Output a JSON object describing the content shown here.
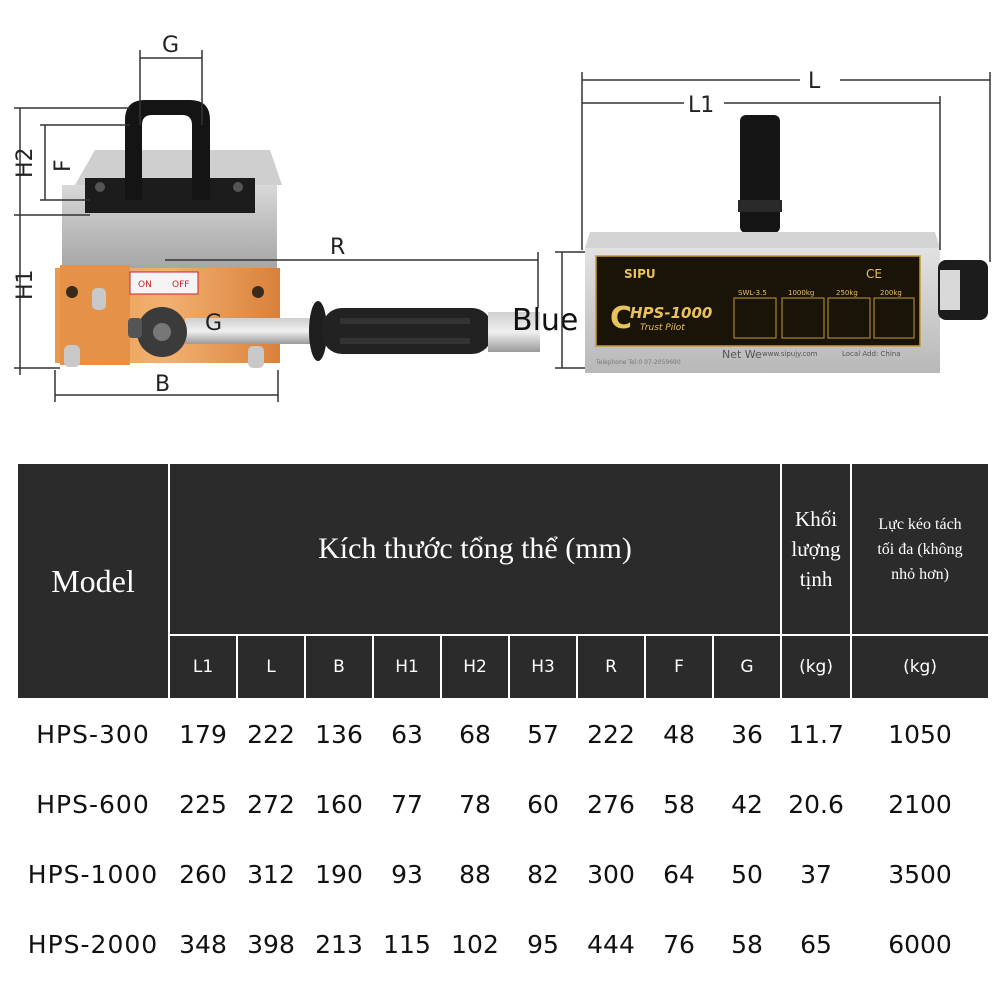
{
  "figure": {
    "dims": {
      "g": "G",
      "h2": "H2",
      "f": "F",
      "h1": "H1",
      "b": "B",
      "r": "R",
      "l": "L",
      "l1": "L1"
    },
    "switch_on": "ON",
    "switch_off": "OFF",
    "overlay": "Blue",
    "overlay_g": "G",
    "plate": {
      "brand": "SIPU",
      "model": "HPS-1000",
      "sub": "Trust Pilot",
      "icons": [
        "SWL-3.5",
        "1000kg",
        "250kg",
        "200kg"
      ],
      "net": "Net We",
      "web": "www.sipujy.com",
      "origin": "Local Add: China",
      "phone": "Telephone Tel:0 07-2059690"
    }
  },
  "table": {
    "model_header": "Model",
    "dims_header": "Kích thước tổng thể (mm)",
    "weight_header": [
      "Khối",
      "lượng",
      "tịnh"
    ],
    "force_header": [
      "Lực kéo tách",
      "tối đa (không",
      "nhỏ hơn)"
    ],
    "columns": [
      "L1",
      "L",
      "B",
      "H1",
      "H2",
      "H3",
      "R",
      "F",
      "G",
      "(kg)",
      "(kg)"
    ],
    "rows": [
      {
        "model": "HPS-300",
        "values": [
          "179",
          "222",
          "136",
          "63",
          "68",
          "57",
          "222",
          "48",
          "36",
          "11.7",
          "1050"
        ]
      },
      {
        "model": "HPS-600",
        "values": [
          "225",
          "272",
          "160",
          "77",
          "78",
          "60",
          "276",
          "58",
          "42",
          "20.6",
          "2100"
        ]
      },
      {
        "model": "HPS-1000",
        "values": [
          "260",
          "312",
          "190",
          "93",
          "88",
          "82",
          "300",
          "64",
          "50",
          "37",
          "3500"
        ]
      },
      {
        "model": "HPS-2000",
        "values": [
          "348",
          "398",
          "213",
          "115",
          "102",
          "95",
          "444",
          "76",
          "58",
          "65",
          "6000"
        ]
      }
    ]
  }
}
